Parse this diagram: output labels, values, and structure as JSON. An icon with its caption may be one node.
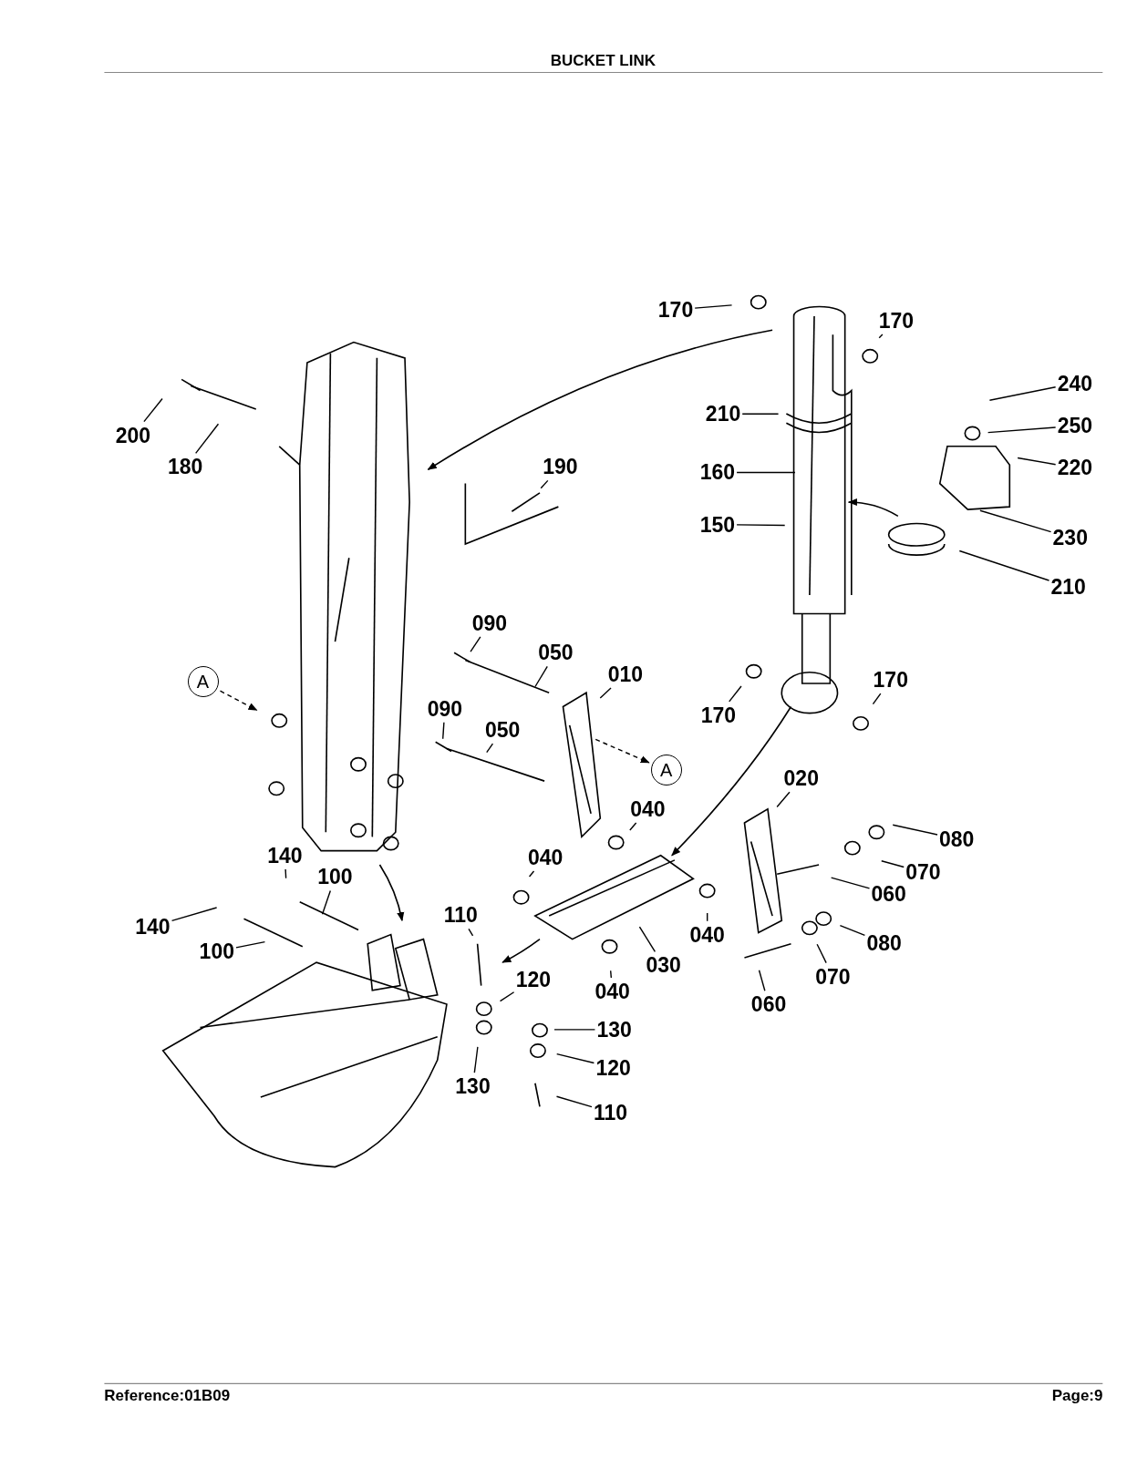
{
  "diagram": {
    "title": "BUCKET LINK",
    "nodes": [
      {
        "text": [
          "170"
        ]
      },
      {
        "text": [
          "170"
        ]
      },
      {
        "text": [
          "240"
        ]
      },
      {
        "text": [
          "250"
        ]
      },
      {
        "text": [
          "220"
        ]
      },
      {
        "text": [
          "210"
        ]
      },
      {
        "text": [
          "160"
        ]
      },
      {
        "text": [
          "150"
        ]
      },
      {
        "text": [
          "230"
        ]
      },
      {
        "text": [
          "210"
        ]
      },
      {
        "text": [
          "200"
        ]
      },
      {
        "text": [
          "180"
        ]
      },
      {
        "text": [
          "190"
        ]
      },
      {
        "text": [
          "A"
        ]
      },
      {
        "text": [
          "090"
        ]
      },
      {
        "text": [
          "050"
        ]
      },
      {
        "text": [
          "010"
        ]
      },
      {
        "text": [
          "090"
        ]
      },
      {
        "text": [
          "050"
        ]
      },
      {
        "text": [
          "170"
        ]
      },
      {
        "text": [
          "170"
        ]
      },
      {
        "text": [
          "A"
        ]
      },
      {
        "text": [
          "020"
        ]
      },
      {
        "text": [
          "040"
        ]
      },
      {
        "text": [
          "080"
        ]
      },
      {
        "text": [
          "070"
        ]
      },
      {
        "text": [
          "040"
        ]
      },
      {
        "text": [
          "060"
        ]
      },
      {
        "text": [
          "140"
        ]
      },
      {
        "text": [
          "100"
        ]
      },
      {
        "text": [
          "140"
        ]
      },
      {
        "text": [
          "100"
        ]
      },
      {
        "text": [
          "110"
        ]
      },
      {
        "text": [
          "040"
        ]
      },
      {
        "text": [
          "120"
        ]
      },
      {
        "text": [
          "030"
        ]
      },
      {
        "text": [
          "080"
        ]
      },
      {
        "text": [
          "070"
        ]
      },
      {
        "text": [
          "060"
        ]
      },
      {
        "text": [
          "040"
        ]
      },
      {
        "text": [
          "130"
        ]
      },
      {
        "text": [
          "130"
        ]
      },
      {
        "text": [
          "120"
        ]
      },
      {
        "text": [
          "110"
        ]
      }
    ],
    "edges": [
      {
        "from": 0,
        "to": null,
        "arrow": "none"
      },
      {
        "from": 1,
        "to": null,
        "arrow": "none"
      },
      {
        "from": 2,
        "to": null,
        "arrow": "none"
      },
      {
        "from": 3,
        "to": null,
        "arrow": "none"
      },
      {
        "from": 4,
        "to": null,
        "arrow": "none"
      },
      {
        "from": 5,
        "to": null,
        "arrow": "none"
      },
      {
        "from": 6,
        "to": null,
        "arrow": "none"
      },
      {
        "from": 7,
        "to": null,
        "arrow": "none"
      },
      {
        "from": 8,
        "to": null,
        "arrow": "none"
      },
      {
        "from": 9,
        "to": null,
        "arrow": "none"
      },
      {
        "from": 10,
        "to": null,
        "arrow": "none"
      },
      {
        "from": 11,
        "to": null,
        "arrow": "none"
      },
      {
        "from": 12,
        "to": null,
        "arrow": "none"
      },
      {
        "from": 14,
        "to": null,
        "arrow": "none"
      },
      {
        "from": 15,
        "to": null,
        "arrow": "none"
      },
      {
        "from": 16,
        "to": null,
        "arrow": "none"
      },
      {
        "from": 17,
        "to": null,
        "arrow": "none"
      },
      {
        "from": 18,
        "to": null,
        "arrow": "none"
      },
      {
        "from": 19,
        "to": null,
        "arrow": "none"
      },
      {
        "from": 20,
        "to": null,
        "arrow": "none"
      },
      {
        "from": 22,
        "to": null,
        "arrow": "none"
      },
      {
        "from": 23,
        "to": null,
        "arrow": "none"
      },
      {
        "from": 24,
        "to": null,
        "arrow": "none"
      },
      {
        "from": 25,
        "to": null,
        "arrow": "none"
      },
      {
        "from": 26,
        "to": null,
        "arrow": "none"
      },
      {
        "from": 27,
        "to": null,
        "arrow": "none"
      },
      {
        "from": 28,
        "to": null,
        "arrow": "none"
      },
      {
        "from": 29,
        "to": null,
        "arrow": "none"
      },
      {
        "from": 30,
        "to": null,
        "arrow": "none"
      },
      {
        "from": 31,
        "to": null,
        "arrow": "none"
      },
      {
        "from": 32,
        "to": null,
        "arrow": "none"
      },
      {
        "from": 33,
        "to": null,
        "arrow": "none"
      },
      {
        "from": 34,
        "to": null,
        "arrow": "none"
      },
      {
        "from": 35,
        "to": null,
        "arrow": "none"
      },
      {
        "from": 36,
        "to": null,
        "arrow": "none"
      },
      {
        "from": 37,
        "to": null,
        "arrow": "none"
      },
      {
        "from": 38,
        "to": null,
        "arrow": "none"
      },
      {
        "from": 39,
        "to": null,
        "arrow": "none"
      },
      {
        "from": 40,
        "to": null,
        "arrow": "none"
      },
      {
        "from": 41,
        "to": null,
        "arrow": "none"
      },
      {
        "from": 42,
        "to": null,
        "arrow": "none"
      },
      {
        "from": 43,
        "to": null,
        "arrow": "none"
      },
      {
        "from": 13,
        "to": null,
        "arrow": "to",
        "style": "dashed"
      },
      {
        "from": null,
        "to": 21,
        "arrow": "to",
        "style": "dashed"
      }
    ],
    "labels": [
      "Reference:01B09",
      "Page:9"
    ]
  }
}
